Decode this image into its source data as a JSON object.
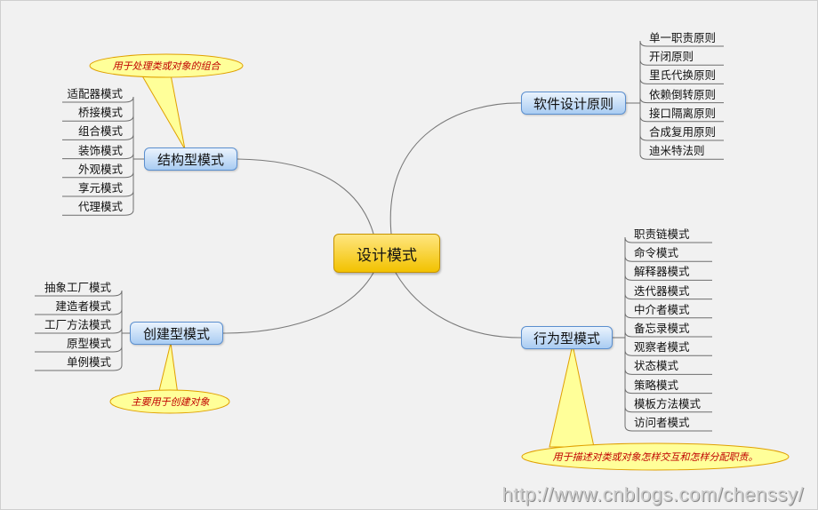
{
  "central": {
    "label": "设计模式"
  },
  "branches": {
    "principles": {
      "label": "软件设计原则",
      "items": [
        "单一职责原则",
        "开闭原则",
        "里氏代换原则",
        "依赖倒转原则",
        "接口隔离原则",
        "合成复用原则",
        "迪米特法则"
      ]
    },
    "structural": {
      "label": "结构型模式",
      "items": [
        "适配器模式",
        "桥接模式",
        "组合模式",
        "装饰模式",
        "外观模式",
        "享元模式",
        "代理模式"
      ],
      "note": "用于处理类或对象的组合"
    },
    "creational": {
      "label": "创建型模式",
      "items": [
        "抽象工厂模式",
        "建造者模式",
        "工厂方法模式",
        "原型模式",
        "单例模式"
      ],
      "note": "主要用于创建对象"
    },
    "behavioral": {
      "label": "行为型模式",
      "items": [
        "职责链模式",
        "命令模式",
        "解释器模式",
        "迭代器模式",
        "中介者模式",
        "备忘录模式",
        "观察者模式",
        "状态模式",
        "策略模式",
        "模板方法模式",
        "访问者模式"
      ],
      "note": "用于描述对类或对象怎样交互和怎样分配职责。"
    }
  },
  "watermark": "http://www.cnblogs.com/chenssy/",
  "colors": {
    "central_fill": "#f2c200",
    "main_fill": "#a9ccf2",
    "main_border": "#5b8fcf",
    "callout_fill": "#ffff99",
    "callout_text": "#c00000",
    "connector": "#7a7a7a"
  }
}
